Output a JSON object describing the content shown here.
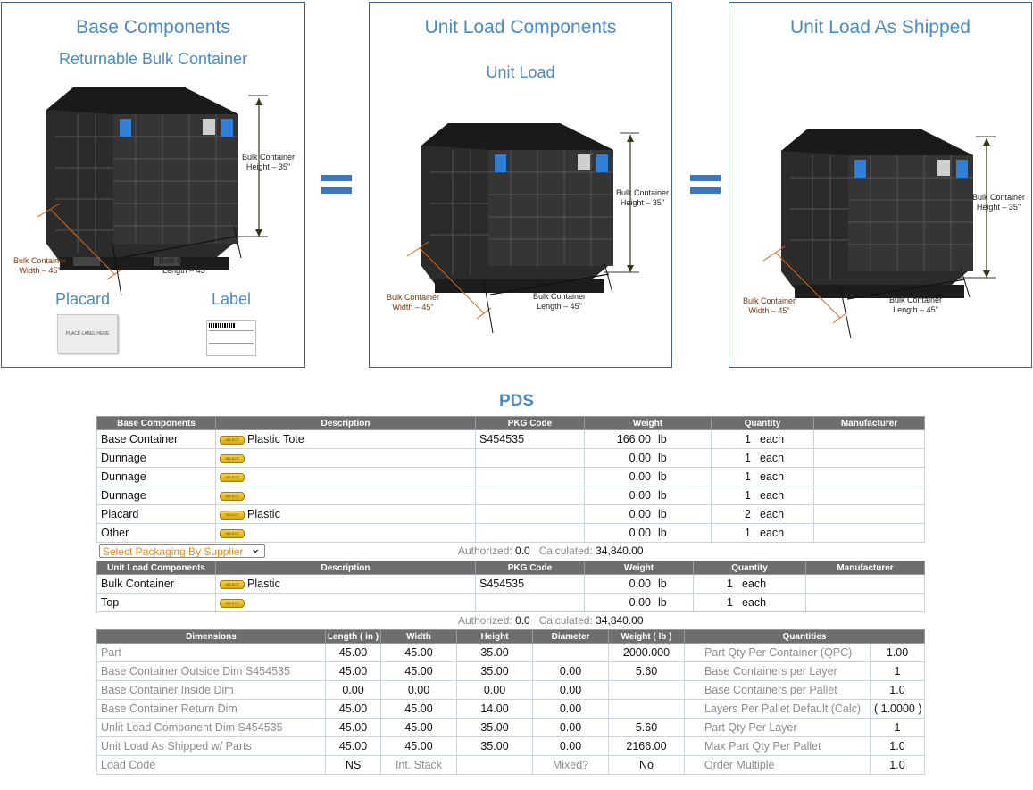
{
  "panels": {
    "base": {
      "title": "Base Components",
      "subtitle": "Returnable Bulk Container",
      "height_label": [
        "Bulk Container",
        "Height – 35\""
      ],
      "width_label": [
        "Bulk Container",
        "Width – 45\""
      ],
      "length_label": [
        "Bulk Container",
        "Length – 45\""
      ],
      "placard_label": "Placard",
      "label_label": "Label",
      "placard_text": "PLACE LABEL HERE"
    },
    "unit_load": {
      "title": "Unit Load Components",
      "subtitle": "Unit Load",
      "height_label": [
        "Bulk Container",
        "Height – 35\""
      ],
      "width_label": [
        "Bulk Container",
        "Width – 45\""
      ],
      "length_label": [
        "Bulk Container",
        "Length – 45\""
      ]
    },
    "shipped": {
      "title": "Unit Load As Shipped",
      "height_label": [
        "Bulk Container",
        "Height – 35\""
      ],
      "width_label": [
        "Bulk Container",
        "Width – 45\""
      ],
      "length_label": [
        "Bulk Container",
        "Length – 45\""
      ]
    }
  },
  "pds": {
    "title": "PDS",
    "select_label": "SELECT",
    "base_table": {
      "headers": [
        "Base Components",
        "Description",
        "PKG Code",
        "Weight",
        "Quantity",
        "Manufacturer"
      ],
      "rows": [
        {
          "component": "Base Container",
          "description": "Plastic Tote",
          "pkg": "S454535",
          "weight": "166.00",
          "unit": "lb",
          "qty": "1",
          "qunit": "each"
        },
        {
          "component": "Dunnage",
          "description": "",
          "pkg": "",
          "weight": "0.00",
          "unit": "lb",
          "qty": "1",
          "qunit": "each"
        },
        {
          "component": "Dunnage",
          "description": "",
          "pkg": "",
          "weight": "0.00",
          "unit": "lb",
          "qty": "1",
          "qunit": "each"
        },
        {
          "component": "Dunnage",
          "description": "",
          "pkg": "",
          "weight": "0.00",
          "unit": "lb",
          "qty": "1",
          "qunit": "each"
        },
        {
          "component": "Placard",
          "description": "Plastic",
          "pkg": "",
          "weight": "0.00",
          "unit": "lb",
          "qty": "2",
          "qunit": "each"
        },
        {
          "component": "Other",
          "description": "",
          "pkg": "",
          "weight": "0.00",
          "unit": "lb",
          "qty": "1",
          "qunit": "each"
        }
      ]
    },
    "supplier_select": "Select Packaging By Supplier",
    "authorized_label": "Authorized:",
    "authorized_value": "0.0",
    "calculated_label": "Calculated:",
    "calculated_value_1": "34,840.00",
    "unit_table": {
      "headers": [
        "Unit Load Components",
        "Description",
        "PKG Code",
        "Weight",
        "Quantity",
        "Manufacturer"
      ],
      "rows": [
        {
          "component": "Bulk Container",
          "description": "Plastic",
          "pkg": "S454535",
          "weight": "0.00",
          "unit": "lb",
          "qty": "1",
          "qunit": "each"
        },
        {
          "component": "Top",
          "description": "",
          "pkg": "",
          "weight": "0.00",
          "unit": "lb",
          "qty": "1",
          "qunit": "each"
        }
      ]
    },
    "calculated_value_2": "34,840.00",
    "dim_table": {
      "headers": [
        "Dimensions",
        "Length ( in )",
        "Width",
        "Height",
        "Diameter",
        "Weight ( lb )",
        "Quantities",
        ""
      ],
      "rows": [
        {
          "label": "Part",
          "length": "45.00",
          "width": "45.00",
          "height": "35.00",
          "diameter": "",
          "weight": "2000.000",
          "qlabel": "Part Qty Per Container (QPC)",
          "qvalue": "1.00"
        },
        {
          "label": "Base Container Outside Dim S454535",
          "length": "45.00",
          "width": "45.00",
          "height": "35.00",
          "diameter": "0.00",
          "weight": "5.60",
          "qlabel": "Base Containers per Layer",
          "qvalue": "1"
        },
        {
          "label": "Base Container Inside Dim",
          "length": "0.00",
          "width": "0.00",
          "height": "0.00",
          "diameter": "0.00",
          "weight": "",
          "qlabel": "Base Containers per Pallet",
          "qvalue": "1.0"
        },
        {
          "label": "Base Container Return Dim",
          "length": "45.00",
          "width": "45.00",
          "height": "14.00",
          "diameter": "0.00",
          "weight": "",
          "qlabel": "Layers Per Pallet Default (Calc)",
          "qvalue": "( 1.0000 )"
        },
        {
          "label": "Unlit Load Component Dim S454535",
          "length": "45.00",
          "width": "45.00",
          "height": "35.00",
          "diameter": "0.00",
          "weight": "5.60",
          "qlabel": "Part Qty Per Layer",
          "qvalue": "1"
        },
        {
          "label": "Unit Load As Shipped w/ Parts",
          "length": "45.00",
          "width": "45.00",
          "height": "35.00",
          "diameter": "0.00",
          "weight": "2166.00",
          "qlabel": "Max Part Qty Per Pallet",
          "qvalue": "1.0"
        },
        {
          "label": "Load Code",
          "length": "NS",
          "width": "Int. Stack",
          "height": "",
          "diameter": "Mixed?",
          "weight": "No",
          "qlabel": "Order Multiple",
          "qvalue": "1.0"
        }
      ]
    }
  }
}
